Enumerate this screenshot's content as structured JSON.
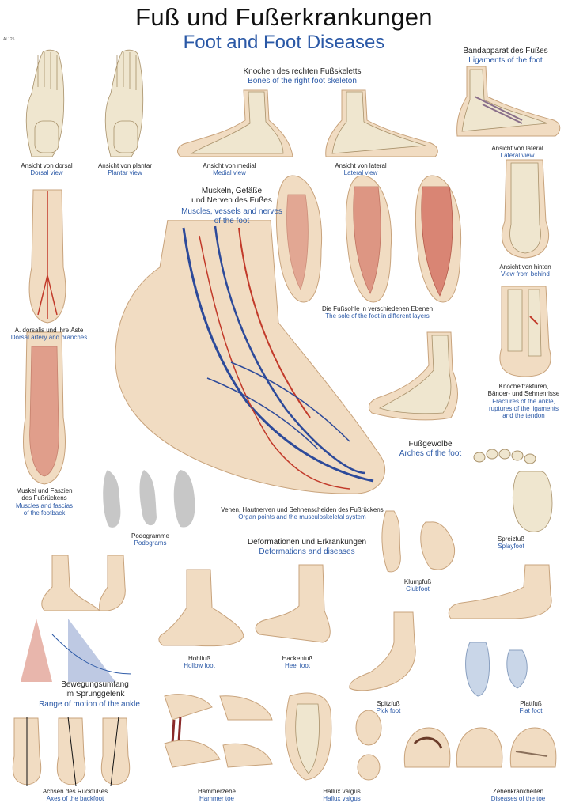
{
  "header": {
    "title_de": "Fuß und Fußerkrankungen",
    "title_en": "Foot and Foot Diseases",
    "code": "AL125"
  },
  "sections": {
    "dorsal": {
      "de": "Ansicht von dorsal",
      "en": "Dorsal view"
    },
    "plantar": {
      "de": "Ansicht von plantar",
      "en": "Plantar view"
    },
    "skeleton": {
      "de": "Knochen des rechten Fußskeletts",
      "en": "Bones of the right foot skeleton"
    },
    "medial": {
      "de": "Ansicht von medial",
      "en": "Medial view"
    },
    "lateral": {
      "de": "Ansicht von lateral",
      "en": "Lateral view"
    },
    "ligaments": {
      "de": "Bandapparat des Fußes",
      "en": "Ligaments of the foot"
    },
    "ligaments_lateral": {
      "de": "Ansicht von lateral",
      "en": "Lateral view"
    },
    "muscles": {
      "de1": "Muskeln, Gefäße",
      "de2": "und Nerven des Fußes",
      "en1": "Muscles, vessels and nerves",
      "en2": "of the foot"
    },
    "sole_layers": {
      "de": "Die Fußsohle in verschiedenen Ebenen",
      "en": "The sole of the foot in different layers"
    },
    "view_behind": {
      "de": "Ansicht von hinten",
      "en": "View from behind"
    },
    "dorsal_artery": {
      "de": "A. dorsalis und ihre Äste",
      "en": "Dorsal artery and branches"
    },
    "ankle_fractures": {
      "de1": "Knöchelfrakturen,",
      "de2": "Bänder- und Sehnenrisse",
      "en1": "Fractures of the ankle,",
      "en2": "ruptures of the ligaments",
      "en3": "and the tendon"
    },
    "footback": {
      "de1": "Muskel und Faszien",
      "de2": "des Fußrückens",
      "en1": "Muscles and fascias",
      "en2": "of the footback"
    },
    "arches": {
      "de": "Fußgewölbe",
      "en": "Arches of the foot"
    },
    "veins": {
      "de": "Venen, Hautnerven und Sehnenscheiden des Fußrückens",
      "en": "Organ points and the musculoskeletal system"
    },
    "podograms": {
      "de": "Podogramme",
      "en": "Podograms"
    },
    "deformations": {
      "de": "Deformationen und Erkrankungen",
      "en": "Deformations and diseases"
    },
    "splayfoot": {
      "de": "Spreizfuß",
      "en": "Splayfoot"
    },
    "clubfoot": {
      "de": "Klumpfuß",
      "en": "Clubfoot"
    },
    "hollow": {
      "de": "Hohlfuß",
      "en": "Hollow foot"
    },
    "heel": {
      "de": "Hackenfuß",
      "en": "Heel foot"
    },
    "flat": {
      "de": "Plattfuß",
      "en": "Flat foot"
    },
    "range": {
      "de1": "Bewegungsumfang",
      "de2": "im Sprunggelenk",
      "en": "Range of motion of the ankle"
    },
    "pick": {
      "de": "Spitzfuß",
      "en": "Pick foot"
    },
    "backfoot": {
      "de": "Achsen des Rückfußes",
      "en": "Axes of the backfoot"
    },
    "hammer": {
      "de": "Hammerzehe",
      "en": "Hammer toe"
    },
    "hallux": {
      "de": "Hallux valgus",
      "en": "Hallux valgus"
    },
    "toe": {
      "de": "Zehenkrankheiten",
      "en": "Diseases of the toe"
    }
  }
}
